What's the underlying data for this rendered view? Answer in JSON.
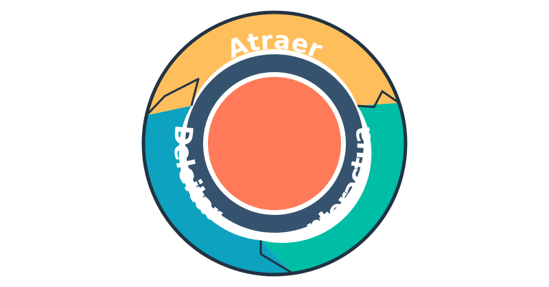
{
  "segments": [
    {
      "key": "attract",
      "label": "Atraer",
      "color": "#FFBE5C"
    },
    {
      "key": "engage",
      "label": "Interactuar",
      "color": "#00BDA5"
    },
    {
      "key": "delight",
      "label": "Deleitar",
      "color": "#0DA2BF"
    }
  ],
  "colors": {
    "outline": "#213343",
    "inner_ring": "#35536E",
    "core": "#FF7A59",
    "background": "#FFFFFF"
  }
}
